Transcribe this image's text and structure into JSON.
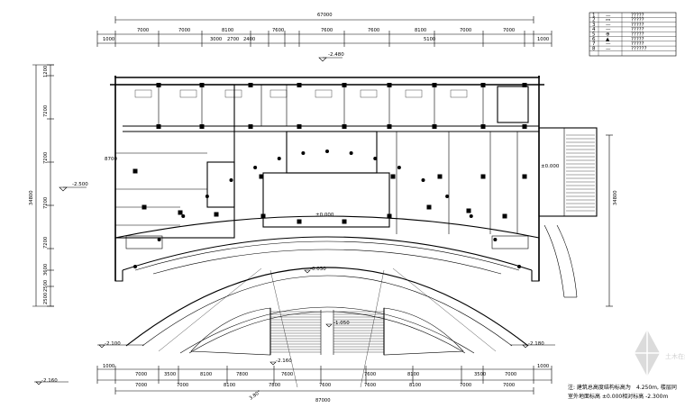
{
  "dimensions": {
    "top_total": "67000",
    "top_segments": [
      "1000",
      "7000",
      "7000",
      "8100",
      "3000",
      "2700",
      "2400",
      "7600",
      "7600",
      "7600",
      "8100",
      "7000",
      "7000",
      "1000"
    ],
    "top_sub": [
      "5100"
    ],
    "bottom_total": "87000",
    "bottom_row1": [
      "1000",
      "7000",
      "3500",
      "8100",
      "7800",
      "7600",
      "7600",
      "8100",
      "3500",
      "7000",
      "1000"
    ],
    "bottom_row2": [
      "7000",
      "7000",
      "8100",
      "7800",
      "7600",
      "7600",
      "8100",
      "7000",
      "7000"
    ],
    "left_total": "34800",
    "left_segments": [
      "1200",
      "7200",
      "7200",
      "7200",
      "7200",
      "3600",
      "2500",
      "2500"
    ],
    "right_total": "34800",
    "angle": "3.80°"
  },
  "elevations": {
    "top_center": "-2.480",
    "left_mid": "-2.500",
    "center_hall": "±0.000",
    "center_front": "-0.030",
    "plaza": "-1.050",
    "left_low": "-2.100",
    "right_low": "-2.180",
    "bottom_left": "-2.160",
    "bottom_center": "-2.160",
    "side_left": "8700",
    "side_right": "±0.000"
  },
  "legend": {
    "rows": [
      {
        "no": "1",
        "sym": "—",
        "desc": "?????"
      },
      {
        "no": "2",
        "sym": "▭",
        "desc": "?????"
      },
      {
        "no": "3",
        "sym": "—",
        "desc": "?????"
      },
      {
        "no": "4",
        "sym": "—",
        "desc": "?????"
      },
      {
        "no": "5",
        "sym": "⊕",
        "desc": "?????"
      },
      {
        "no": "6",
        "sym": "▲",
        "desc": "?????"
      },
      {
        "no": "7",
        "sym": "—",
        "desc": "?????"
      },
      {
        "no": "8",
        "sym": "—",
        "desc": "??????"
      }
    ]
  },
  "notes": {
    "line1": "注: 建筑总高度结构标高为",
    "line1_value": "4.250m, 楼层同",
    "line2": "室外地面标高",
    "line2_value": "±0.000相对标高 -2.300m"
  },
  "watermark": "土木在线"
}
